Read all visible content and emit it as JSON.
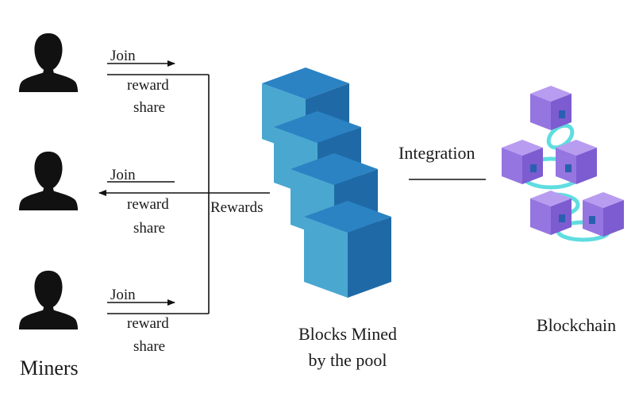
{
  "miners_label": "Miners",
  "connections": [
    {
      "join": "Join",
      "reward_line1": "reward",
      "reward_line2": "share"
    },
    {
      "join": "Join",
      "reward_line1": "reward",
      "reward_line2": "share"
    },
    {
      "join": "Join",
      "reward_line1": "reward",
      "reward_line2": "share"
    }
  ],
  "rewards_label": "Rewards",
  "pool": {
    "line1": "Blocks Mined",
    "line2": "by the pool"
  },
  "integration_label": "Integration",
  "blockchain_label": "Blockchain",
  "colors": {
    "miner": "#111111",
    "block_top": "#2b83c4",
    "block_left": "#4aa8d0",
    "block_right": "#1f6aa6",
    "chain_top": "#b79cf0",
    "chain_left": "#9575e0",
    "chain_right": "#7c5cd0",
    "chain_ring": "#5fdde0",
    "chain_hole": "#2a5fb0"
  }
}
